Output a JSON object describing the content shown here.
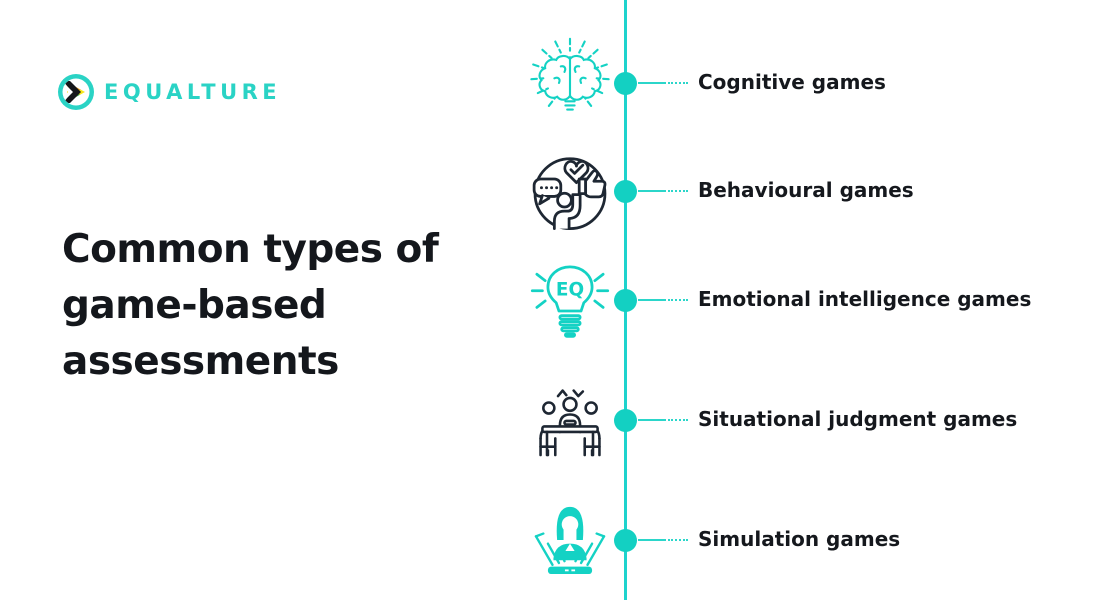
{
  "brand": {
    "name": "EQUALTURE",
    "logo_icon": "equalture-pride-arrow-icon",
    "teal": "#1ed3c6"
  },
  "title": {
    "lines": [
      "Common types of",
      "game-based",
      "assessments"
    ]
  },
  "colors": {
    "accent_teal": "#1ed3c6",
    "icon_dark": "#1e2733",
    "text_dark": "#14171c",
    "background": "#ffffff"
  },
  "timeline": {
    "orientation": "vertical",
    "items": [
      {
        "label": "Cognitive games",
        "icon": "brain-rays-icon",
        "icon_style": "teal-outline"
      },
      {
        "label": "Behavioural games",
        "icon": "person-heart-thumbsup-icon",
        "icon_style": "dark-outline"
      },
      {
        "label": "Emotional intelligence games",
        "icon": "eq-lightbulb-icon",
        "icon_style": "teal-outline"
      },
      {
        "label": "Situational judgment games",
        "icon": "meeting-table-icon",
        "icon_style": "dark-outline"
      },
      {
        "label": "Simulation games",
        "icon": "hologram-person-laptop-icon",
        "icon_style": "teal-filled"
      }
    ]
  }
}
